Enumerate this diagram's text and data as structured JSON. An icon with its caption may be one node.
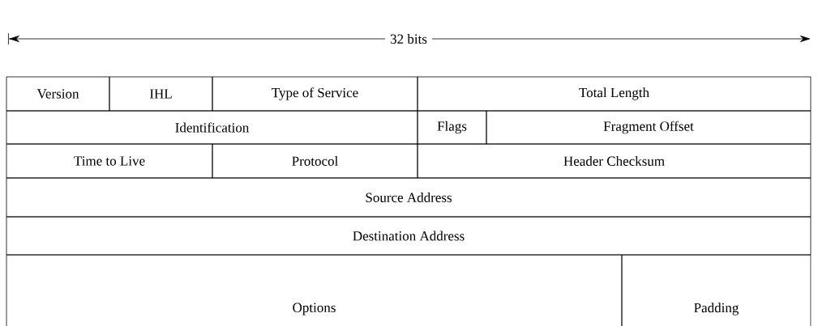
{
  "diagram": {
    "labels": [
      "32 bits",
      "Version",
      "IHL",
      "Type of Service",
      "Total Length",
      "Identification",
      "Flags",
      "Fragment Offset",
      "Time to Live",
      "Protocol",
      "Header Checksum",
      "Source Address",
      "Destination Address",
      "Options",
      "Padding"
    ]
  }
}
